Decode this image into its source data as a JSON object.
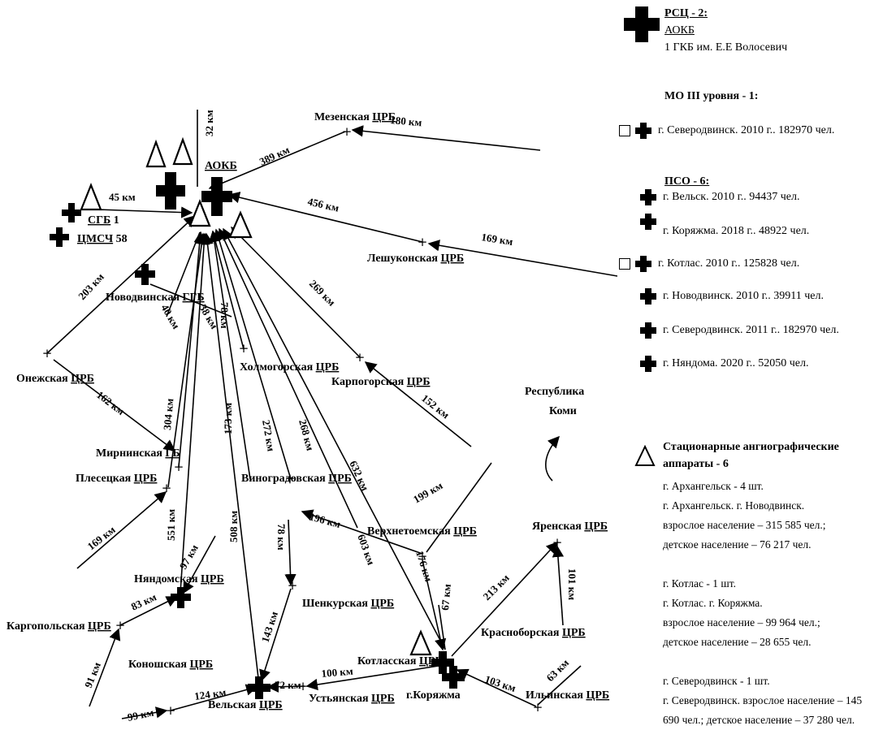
{
  "map": {
    "hub": "АОКБ",
    "sgb": [
      "СГБ",
      "1"
    ],
    "zmsc": [
      "ЦМСЧ",
      "58"
    ],
    "nodes": [
      {
        "id": "mezen",
        "name": "Мезенская",
        "suffix": "ЦРБ"
      },
      {
        "id": "leshukon",
        "name": "Лешуконская",
        "suffix": "ЦРБ"
      },
      {
        "id": "novodvinsk",
        "name": "Новодвинская",
        "suffix": "ГГБ"
      },
      {
        "id": "onega",
        "name": "Онежская",
        "suffix": "ЦРБ"
      },
      {
        "id": "kholmogory",
        "name": "Холмогорская",
        "suffix": "ЦРБ"
      },
      {
        "id": "karpogory",
        "name": "Карпогорская",
        "suffix": "ЦРБ"
      },
      {
        "id": "mirny",
        "name": "Мирнинская",
        "suffix": "ГБ"
      },
      {
        "id": "plesetsk",
        "name": "Плесецкая",
        "suffix": "ЦРБ"
      },
      {
        "id": "vinogradov",
        "name": "Виноградовская",
        "suffix": "ЦРБ"
      },
      {
        "id": "verkhnetoem",
        "name": "Верхнетоемская",
        "suffix": "ЦРБ"
      },
      {
        "id": "yarensk",
        "name": "Яренская",
        "suffix": "ЦРБ"
      },
      {
        "id": "nyandoma",
        "name": "Няндомская",
        "suffix": "ЦРБ"
      },
      {
        "id": "shenkursk",
        "name": "Шенкурская",
        "suffix": "ЦРБ"
      },
      {
        "id": "kargopol",
        "name": "Каргопольская",
        "suffix": "ЦРБ"
      },
      {
        "id": "konosha",
        "name": "Коношская",
        "suffix": "ЦРБ"
      },
      {
        "id": "krasnoborsk",
        "name": "Красноборская",
        "suffix": "ЦРБ"
      },
      {
        "id": "kotlas",
        "name": "Котласская",
        "suffix": "ЦРБ"
      },
      {
        "id": "koryazhma",
        "name": "г.Коряжма",
        "suffix": ""
      },
      {
        "id": "ilinsk",
        "name": "Ильинская",
        "suffix": "ЦРБ"
      },
      {
        "id": "velsk",
        "name": "Вельская",
        "suffix": "ЦРБ"
      },
      {
        "id": "ustya",
        "name": "Устьянская",
        "suffix": "ЦРБ"
      }
    ],
    "distances": {
      "d32": "32 км",
      "d389": "389 км",
      "d180": "180 км",
      "d456": "456 км",
      "d169a": "169 км",
      "d45": "45 км",
      "d203": "203 км",
      "d269": "269 км",
      "d40": "40 км",
      "d38": "38 км",
      "d78a": "78 км",
      "d162": "162 км",
      "d152": "152 км",
      "d304": "304 км",
      "d173": "173 км",
      "d272": "272 км",
      "d268": "268 км",
      "d632": "632 км",
      "d199": "199 км",
      "d551": "551 км",
      "d508": "508 км",
      "d196": "196 км",
      "d78b": "78 км",
      "d603": "603 км",
      "d169b": "169 км",
      "d97": "97 км",
      "d176": "176 км",
      "d213": "213 км",
      "d101": "101 км",
      "d83": "83 км",
      "d67": "67 км",
      "d143": "143 км",
      "d91": "91 км",
      "d100": "100 км",
      "d103": "103 км",
      "d63": "63 км",
      "d124": "124 км",
      "d72": "72 км",
      "d99": "99 км"
    },
    "komi": [
      "Республика",
      "Коми"
    ]
  },
  "legend": {
    "rsc_title": "РСЦ - 2:",
    "rsc_items": [
      "АОКБ",
      "1 ГКБ им. Е.Е Волосевич"
    ],
    "mo3_title": "МО III уровня - 1:",
    "mo3_item": "г. Северодвинск. 2010 г.. 182970 чел.",
    "pso_title": "ПСО - 6:",
    "pso_items": [
      "г. Вельск. 2010 г.. 94437 чел.",
      "г. Коряжма. 2018 г.. 48922 чел.",
      "г. Котлас. 2010 г.. 125828 чел.",
      "г. Новодвинск. 2010 г.. 39911 чел.",
      "г. Северодвинск. 2011 г.. 182970 чел.",
      "г. Няндома. 2020 г.. 52050 чел."
    ],
    "angio_title_1": "Стационарные ангиографические",
    "angio_title_2": "аппараты - 6",
    "angio_lines": [
      "г. Архангельск - 4 шт.",
      "г. Архангельск. г. Новодвинск.",
      "взрослое население – 315 585 чел.;",
      "детское население – 76 217 чел.",
      "",
      "г. Котлас - 1 шт.",
      "г. Котлас. г. Коряжма.",
      "взрослое население – 99 964 чел.;",
      "детское население – 28 655 чел.",
      "",
      "г. Северодвинск - 1 шт.",
      "г. Северодвинск. взрослое население – 145",
      "690 чел.; детское население – 37 280 чел."
    ]
  }
}
